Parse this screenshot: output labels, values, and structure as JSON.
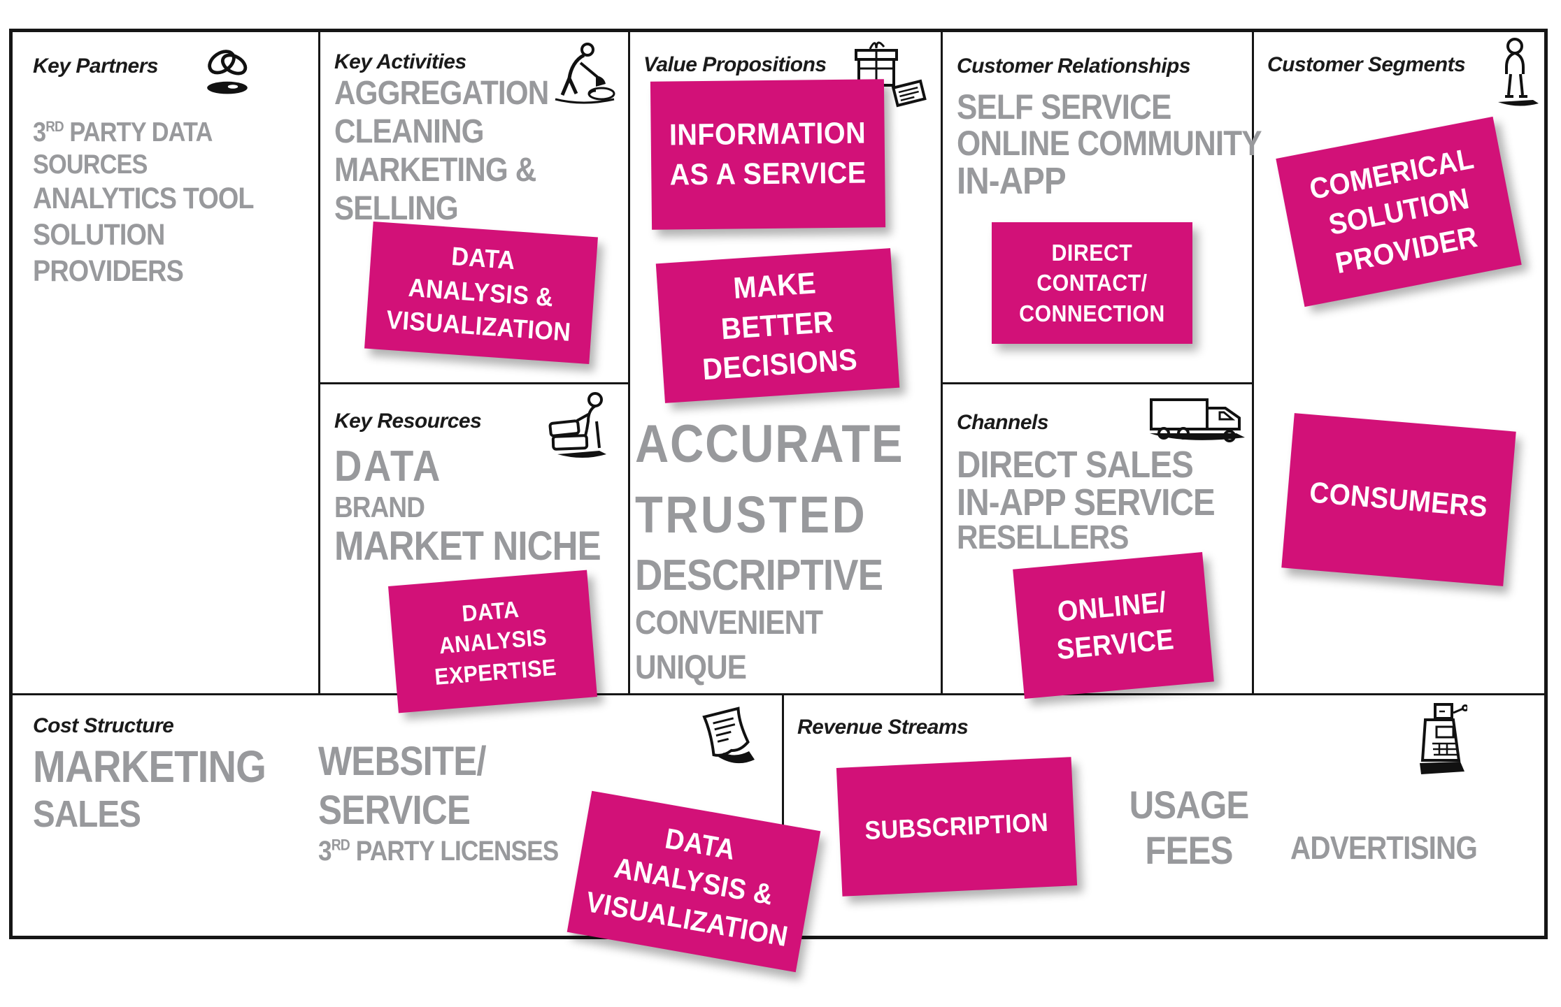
{
  "title": "Business Model Canvas",
  "colors": {
    "sticky_pink": "#d21178",
    "muted_text": "#98999c",
    "heading_text": "#1a1a1a",
    "line": "#161616"
  },
  "sections": {
    "key_partners": {
      "title": "Key Partners",
      "icon": "interlocked-rings",
      "l1_pre": "3",
      "l1_sup": "RD",
      "l1_rest": " PARTY DATA",
      "l2": "SOURCES",
      "l3": "ANALYTICS TOOL",
      "l4": "SOLUTION",
      "l5": "PROVIDERS"
    },
    "key_activities": {
      "title": "Key Activities",
      "icon": "digging-person",
      "l1": "AGGREGATION",
      "l2": "CLEANING",
      "l3": "MARKETING &",
      "l4": "SELLING"
    },
    "key_resources": {
      "title": "Key Resources",
      "icon": "person-with-blocks",
      "l1": "DATA",
      "l2": "BRAND",
      "l3": "MARKET NICHE"
    },
    "value_propositions": {
      "title": "Value Propositions",
      "icon": "gift-box",
      "l1": "ACCURATE",
      "l2": "TRUSTED",
      "l3": "DESCRIPTIVE",
      "l4": "CONVENIENT",
      "l5": "UNIQUE"
    },
    "customer_relationships": {
      "title": "Customer Relationships",
      "l1": "SELF SERVICE",
      "l2": "ONLINE COMMUNITY",
      "l3": "IN-APP"
    },
    "channels": {
      "title": "Channels",
      "icon": "delivery-truck",
      "l1": "DIRECT SALES",
      "l2": "IN-APP SERVICE",
      "l3": "RESELLERS"
    },
    "customer_segments": {
      "title": "Customer Segments",
      "icon": "standing-person"
    },
    "cost_structure": {
      "title": "Cost Structure",
      "icon": "paper-receipt",
      "l1": "MARKETING",
      "l2": "SALES",
      "r1": "WEBSITE/",
      "r2": "SERVICE",
      "r3_pre": "3",
      "r3_sup": "RD",
      "r3_rest": " PARTY LICENSES"
    },
    "revenue_streams": {
      "title": "Revenue Streams",
      "icon": "cash-register",
      "c1": "USAGE",
      "c2": "FEES",
      "r1": "ADVERTISING"
    }
  },
  "stickies": {
    "ka_viz": {
      "lines": [
        "DATA",
        "ANALYSIS &",
        "VISUALIZATION"
      ]
    },
    "vp_info": {
      "lines": [
        "INFORMATION",
        "AS A SERVICE"
      ]
    },
    "vp_decide": {
      "lines": [
        "MAKE",
        "BETTER",
        "DECISIONS"
      ]
    },
    "cr_direct": {
      "lines": [
        "DIRECT",
        "CONTACT/",
        "CONNECTION"
      ]
    },
    "cs_provider": {
      "lines": [
        "COMERICAL",
        "SOLUTION",
        "PROVIDER"
      ]
    },
    "cs_consumers": {
      "lines": [
        "CONSUMERS"
      ]
    },
    "kr_expertise": {
      "lines": [
        "DATA",
        "ANALYSIS",
        "EXPERTISE"
      ]
    },
    "ch_online": {
      "lines": [
        "ONLINE/",
        "SERVICE"
      ]
    },
    "rs_subscription": {
      "lines": [
        "SUBSCRIPTION"
      ]
    },
    "cost_viz": {
      "lines": [
        "DATA",
        "ANALYSIS &",
        "VISUALIZATION"
      ]
    }
  }
}
